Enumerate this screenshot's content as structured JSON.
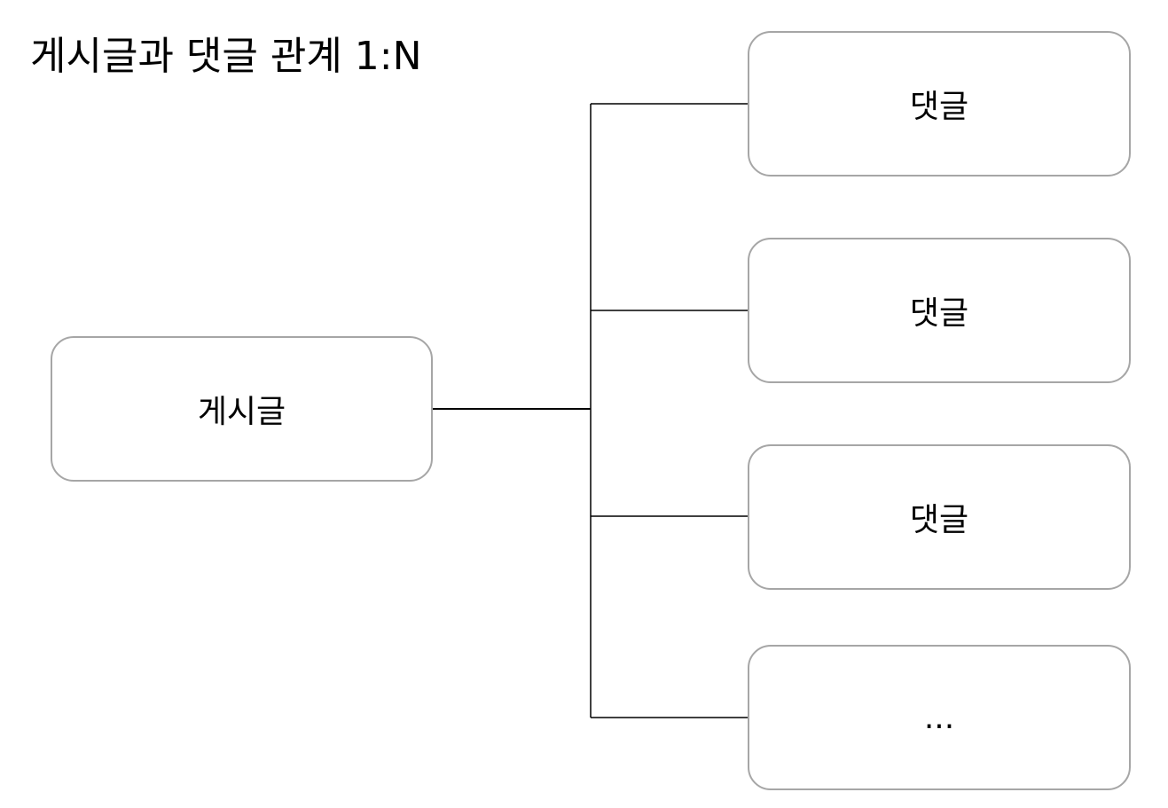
{
  "title": "게시글과 댓글 관계 1:N",
  "post": {
    "label": "게시글"
  },
  "comments": [
    {
      "label": "댓글"
    },
    {
      "label": "댓글"
    },
    {
      "label": "댓글"
    },
    {
      "label": "..."
    }
  ],
  "colors": {
    "node_border": "#a6a6a6",
    "connector": "#000000",
    "background": "#ffffff"
  }
}
